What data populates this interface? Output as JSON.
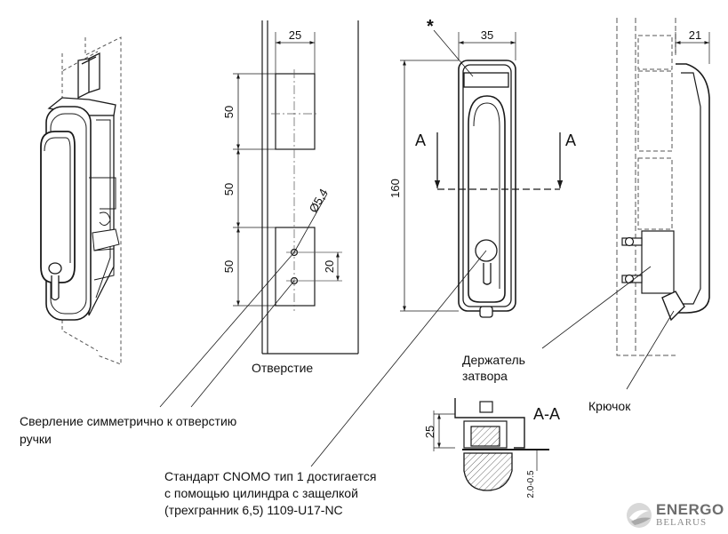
{
  "dimensions": {
    "hole_width": "25",
    "hole_pitch_1": "50",
    "hole_pitch_2": "50",
    "hole_pitch_3": "50",
    "hole_offset": "20",
    "hole_diameter": "Ø5,4",
    "handle_width": "35",
    "handle_height": "160",
    "side_depth": "21",
    "section_height": "25",
    "section_gap": "2.0-0.5"
  },
  "marks": {
    "asterisk": "*",
    "section_arrow_left": "А",
    "section_arrow_right": "А",
    "section_title": "А-А"
  },
  "labels": {
    "hole": "Отверстие",
    "latch_holder_line1": "Держатель",
    "latch_holder_line2": "затвора",
    "hook": "Крючок",
    "drilling_line1": "Сверление симметрично к отверстию",
    "drilling_line2": "ручки",
    "cnomo_line1": "Стандарт CNOMO тип 1 достигается",
    "cnomo_line2": "с помощью цилиндра с защелкой",
    "cnomo_line3": "(трехгранник 6,5) 1109-U17-NC"
  },
  "logo": {
    "brand": "ENERGO",
    "sub": "BELARUS",
    "icon": "energo-swirl-icon"
  },
  "colors": {
    "line": "#1a1a1a",
    "light_line": "#555555",
    "fill": "#f2f2f2"
  }
}
